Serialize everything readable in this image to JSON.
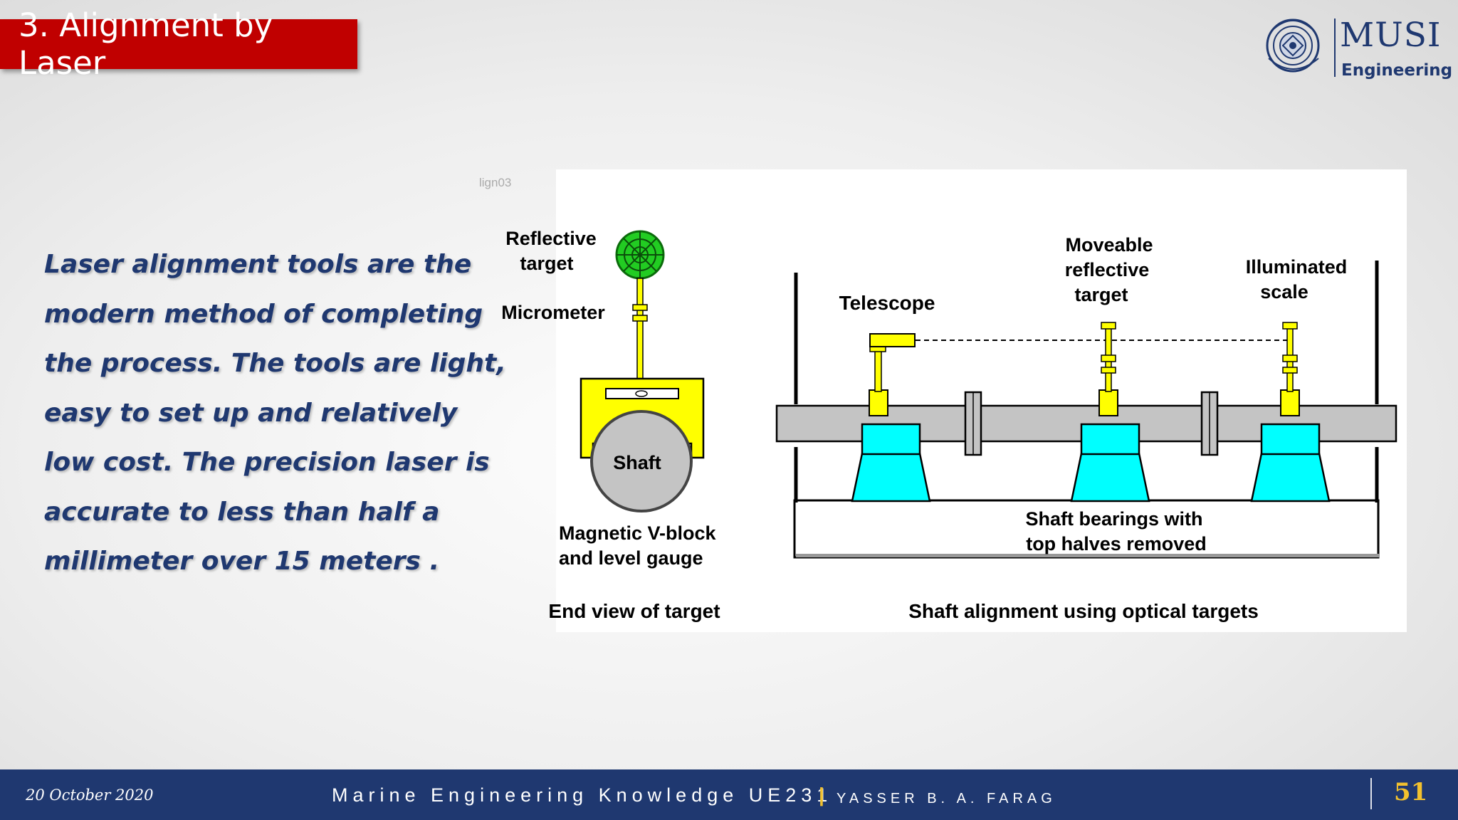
{
  "slide": {
    "title": "3. Alignment by Laser",
    "body_lines": [
      "Laser alignment tools are the",
      "modern method of completing",
      "the process. The tools are light,",
      "easy to set up and relatively",
      "low cost. The precision laser is",
      "accurate to less than half a",
      "millimeter over 15 meters ."
    ]
  },
  "logo": {
    "name": "MUSI",
    "subtitle": "Engineering"
  },
  "figure": {
    "file_tag": "lign03",
    "end_view": {
      "reflective_target": [
        "Reflective",
        "target"
      ],
      "micrometer": "Micrometer",
      "shaft": "Shaft",
      "vblock": [
        "Magnetic V-block",
        "and level gauge"
      ],
      "caption": "End view of target"
    },
    "side_view": {
      "telescope": "Telescope",
      "moveable_target": [
        "Moveable",
        "reflective",
        "target"
      ],
      "illuminated_scale": [
        "Illuminated",
        "scale"
      ],
      "bearings": [
        "Shaft bearings with",
        "top halves removed"
      ],
      "caption": "Shaft alignment using optical targets"
    },
    "colors": {
      "yellow": "#ffff00",
      "cyan": "#00ffff",
      "green": "#22cc22",
      "shaft_gray": "#c4c4c4"
    }
  },
  "footer": {
    "date": "20 October 2020",
    "course": "Marine Engineering Knowledge UE231",
    "separator": "|",
    "author": "YASSER B. A. FARAG",
    "page_number": "51"
  },
  "theme": {
    "title_bg": "#c00000",
    "navy": "#1f3870",
    "gold": "#f2c12e"
  }
}
